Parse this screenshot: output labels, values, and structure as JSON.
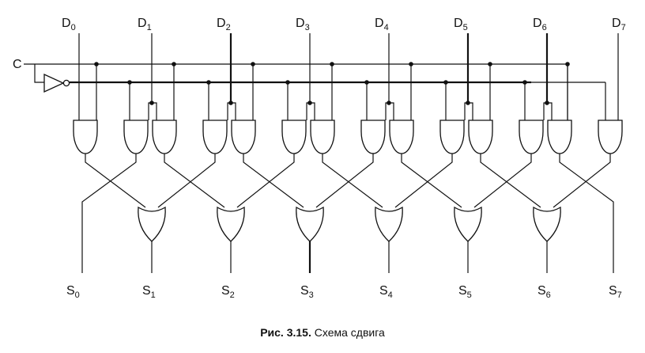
{
  "diagram": {
    "inputs": [
      {
        "main": "D",
        "sub": "0"
      },
      {
        "main": "D",
        "sub": "1"
      },
      {
        "main": "D",
        "sub": "2"
      },
      {
        "main": "D",
        "sub": "3"
      },
      {
        "main": "D",
        "sub": "4"
      },
      {
        "main": "D",
        "sub": "5"
      },
      {
        "main": "D",
        "sub": "6"
      },
      {
        "main": "D",
        "sub": "7"
      }
    ],
    "outputs": [
      {
        "main": "S",
        "sub": "0"
      },
      {
        "main": "S",
        "sub": "1"
      },
      {
        "main": "S",
        "sub": "2"
      },
      {
        "main": "S",
        "sub": "3"
      },
      {
        "main": "S",
        "sub": "4"
      },
      {
        "main": "S",
        "sub": "5"
      },
      {
        "main": "S",
        "sub": "6"
      },
      {
        "main": "S",
        "sub": "7"
      }
    ],
    "control_label": "C"
  },
  "caption": {
    "number": "Рис. 3.15.",
    "text": "Схема сдвига"
  }
}
